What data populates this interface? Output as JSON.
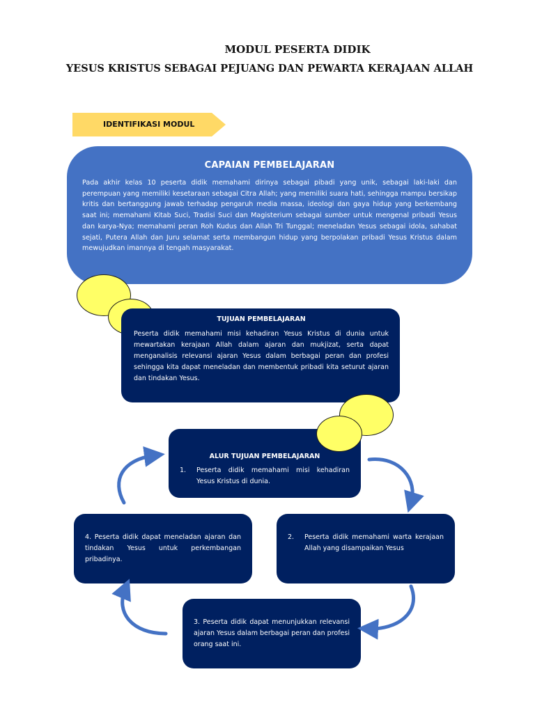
{
  "header": {
    "title": "MODUL PESERTA DIDIK",
    "subtitle": "YESUS KRISTUS SEBAGAI PEJUANG DAN PEWARTA KERAJAAN ALLAH"
  },
  "identifikasi_label": "IDENTIFIKASI MODUL",
  "capaian": {
    "heading": "CAPAIAN PEMBELAJARAN",
    "text": "Pada akhir kelas 10 peserta didik memahami dirinya sebagai pibadi yang unik, sebagai laki-laki dan perempuan yang memiliki kesetaraan sebagai Citra Allah; yang memiliki suara hati, sehingga mampu bersikap kritis dan bertanggung jawab terhadap pengaruh media massa, ideologi dan gaya hidup yang berkembang saat ini; memahami Kitab Suci, Tradisi Suci dan Magisterium sebagai sumber untuk mengenal pribadi Yesus dan karya-Nya; memahami peran Roh Kudus dan Allah Tri Tunggal; meneladan Yesus sebagai idola, sahabat sejati, Putera Allah dan Juru selamat serta membangun hidup yang berpolakan pribadi Yesus Kristus dalam mewujudkan imannya di tengah masyarakat."
  },
  "tujuan": {
    "heading": "TUJUAN PEMBELAJARAN",
    "text": "Peserta didik memahami misi kehadiran Yesus Kristus di dunia untuk mewartakan kerajaan Allah dalam ajaran dan mukjizat, serta dapat menganalisis relevansi ajaran Yesus dalam berbagai peran dan profesi sehingga kita dapat meneladan dan membentuk pribadi kita seturut ajaran dan tindakan Yesus."
  },
  "alur": {
    "heading": "ALUR TUJUAN PEMBELAJARAN",
    "item1_num": "1.",
    "item1_text": "Peserta didik memahami misi kehadiran Yesus Kristus di dunia."
  },
  "steps": {
    "step2_num": "2.",
    "step2_text": "Peserta didik memahami warta kerajaan Allah yang disampaikan Yesus",
    "step3_text": "3. Peserta didik dapat menunjukkan relevansi ajaran Yesus dalam berbagai peran dan profesi orang saat ini.",
    "step4_text": "4. Peserta didik dapat meneladan ajaran dan tindakan Yesus untuk perkembangan pribadinya."
  },
  "colors": {
    "capaian_blue": "#4472c4",
    "navy": "#002060",
    "yellow_tag": "#ffd966",
    "circle_yellow": "#ffff66",
    "arrow_blue": "#4472c4"
  }
}
